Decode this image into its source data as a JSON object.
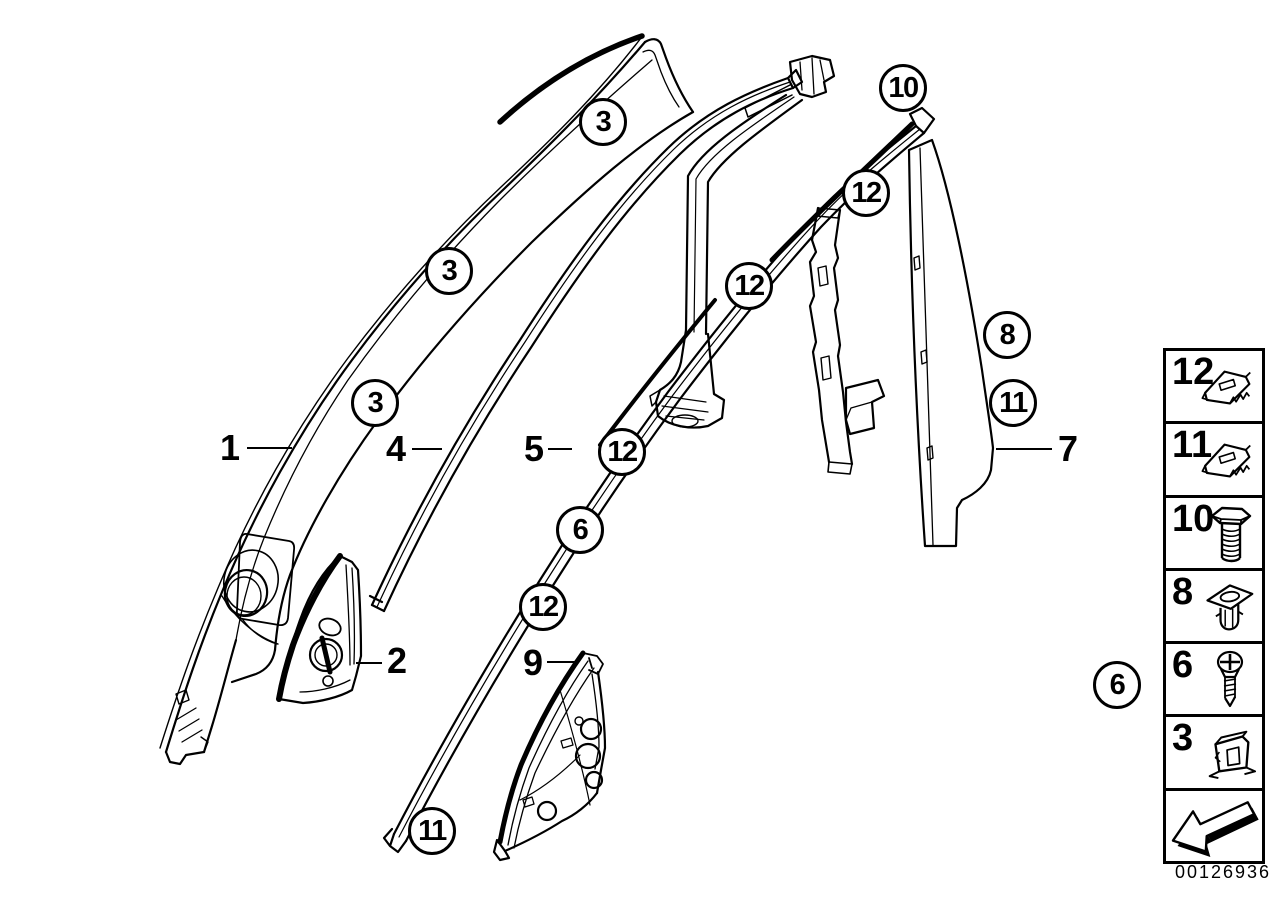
{
  "diagram": {
    "doc_number": "00126936",
    "colors": {
      "line": "#000000",
      "background": "#ffffff"
    },
    "callouts": [
      {
        "label": "3"
      },
      {
        "label": "3"
      },
      {
        "label": "3"
      },
      {
        "label": "10"
      },
      {
        "label": "12"
      },
      {
        "label": "12"
      },
      {
        "label": "12"
      },
      {
        "label": "12"
      },
      {
        "label": "8"
      },
      {
        "label": "11"
      },
      {
        "label": "6"
      },
      {
        "label": "11"
      },
      {
        "label": "6"
      }
    ],
    "part_labels": [
      {
        "label": "1"
      },
      {
        "label": "4"
      },
      {
        "label": "5"
      },
      {
        "label": "2"
      },
      {
        "label": "9"
      },
      {
        "label": "7"
      }
    ],
    "legend": {
      "rows": [
        {
          "number": "12",
          "icon": "molding-clip-icon"
        },
        {
          "number": "11",
          "icon": "molding-clip-icon"
        },
        {
          "number": "10",
          "icon": "hex-bolt-icon"
        },
        {
          "number": "8",
          "icon": "expanding-nut-icon"
        },
        {
          "number": "6",
          "icon": "phillips-screw-icon"
        },
        {
          "number": "3",
          "icon": "retaining-clip-icon"
        }
      ],
      "arrow_icon": "direction-arrow-icon"
    }
  }
}
